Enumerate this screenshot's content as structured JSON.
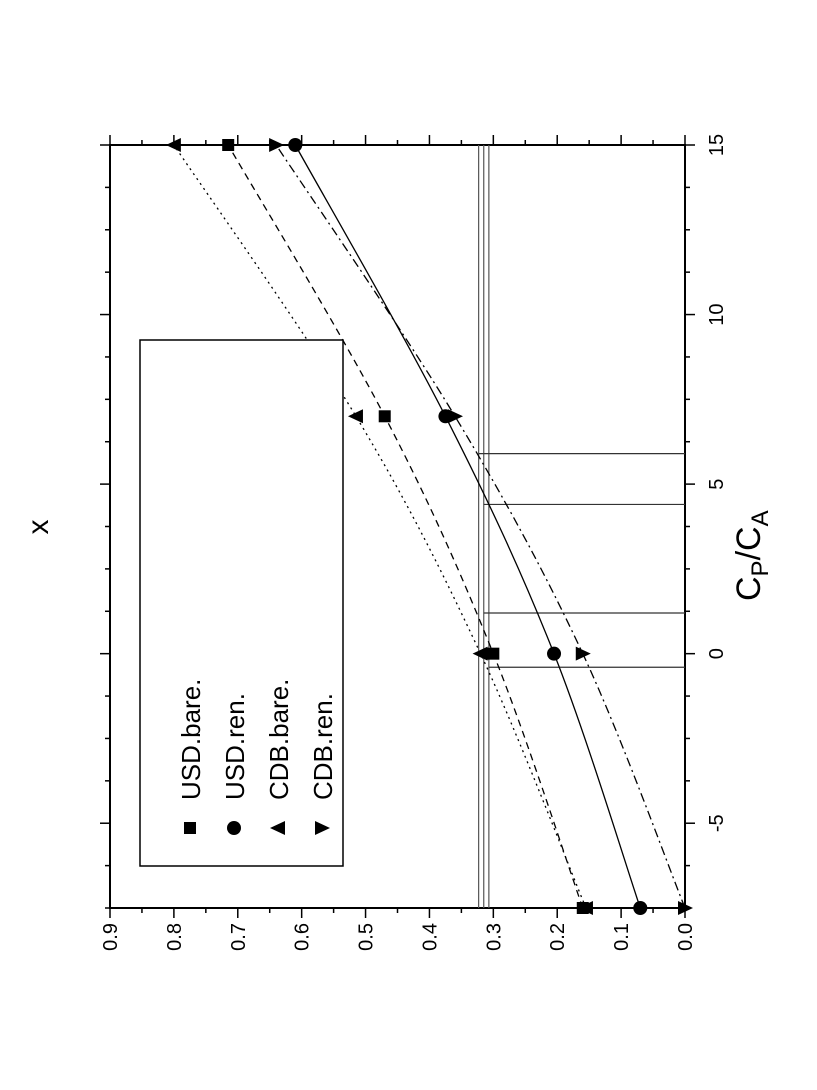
{
  "chart_data": {
    "type": "scatter",
    "orientation": "rotated-90-clockwise",
    "xlabel": {
      "main": "C",
      "sub1": "P",
      "sep": "/C",
      "sub2": "A"
    },
    "ylabel": "x",
    "xlim": [
      -7.5,
      15
    ],
    "ylim": [
      0.0,
      0.9
    ],
    "xticks": [
      "-5",
      "0",
      "5",
      "10",
      "15"
    ],
    "yticks": [
      "0.0",
      "0.1",
      "0.2",
      "0.3",
      "0.4",
      "0.5",
      "0.6",
      "0.7",
      "0.8",
      "0.9"
    ],
    "grid": false,
    "legend_position": "top-left",
    "series": [
      {
        "name": "USD.bare.",
        "marker": "square",
        "line": "dashed",
        "x": [
          -7.5,
          0,
          7,
          15
        ],
        "y": [
          0.16,
          0.3,
          0.47,
          0.715
        ]
      },
      {
        "name": "USD.ren.",
        "marker": "circle",
        "line": "solid",
        "x": [
          -7.5,
          0,
          7,
          15
        ],
        "y": [
          0.07,
          0.205,
          0.375,
          0.61
        ]
      },
      {
        "name": "CDB.bare.",
        "marker": "triangle-up",
        "line": "dotted",
        "x": [
          -7.5,
          0,
          7,
          15
        ],
        "y": [
          0.155,
          0.32,
          0.515,
          0.8
        ]
      },
      {
        "name": "CDB.ren.",
        "marker": "triangle-down",
        "line": "dashdot",
        "x": [
          -7.5,
          0,
          7,
          15
        ],
        "y": [
          0.0,
          0.16,
          0.36,
          0.64
        ]
      }
    ],
    "reference_hlines": [
      0.307,
      0.315,
      0.323
    ],
    "reference_vlines": [
      {
        "x": -0.4,
        "y": 0.307
      },
      {
        "x": 1.2,
        "y": 0.315
      },
      {
        "x": 4.4,
        "y": 0.315
      },
      {
        "x": 5.9,
        "y": 0.323
      }
    ]
  }
}
